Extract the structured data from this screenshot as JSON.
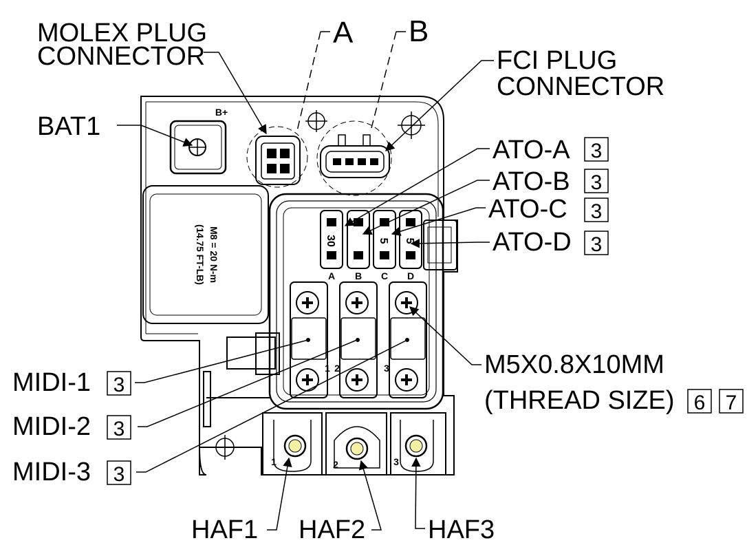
{
  "labels": {
    "molex_line1": "MOLEX PLUG",
    "molex_line2": "CONNECTOR",
    "view_a": "A",
    "view_b": "B",
    "fci_line1": "FCI PLUG",
    "fci_line2": "CONNECTOR",
    "bat1": "BAT1",
    "ato_a": "ATO-A",
    "ato_b": "ATO-B",
    "ato_c": "ATO-C",
    "ato_d": "ATO-D",
    "midi_1": "MIDI-1",
    "midi_2": "MIDI-2",
    "midi_3": "MIDI-3",
    "thread_line1": "M5X0.8X10MM",
    "thread_line2": "(THREAD SIZE)",
    "haf1": "HAF1",
    "haf2": "HAF2",
    "haf3": "HAF3"
  },
  "note_flags": {
    "ato_a": "3",
    "ato_b": "3",
    "ato_c": "3",
    "ato_d": "3",
    "midi_1": "3",
    "midi_2": "3",
    "midi_3": "3",
    "thread_1": "6",
    "thread_2": "7"
  },
  "part_marks": {
    "bat_polarity": "B+",
    "torque_line1": "M8 = 20 N-m",
    "torque_line2": "(14.75 FT-LB)",
    "fuse_a_rating": "30",
    "fuse_c_rating": "5",
    "fuse_d_rating": "5",
    "slot_a": "A",
    "slot_b": "B",
    "slot_c": "C",
    "slot_d": "D",
    "midi_num_1": "1",
    "midi_num_2": "2",
    "midi_num_3": "3",
    "haf_num_1": "1",
    "haf_num_2": "2",
    "haf_num_3": "3"
  }
}
